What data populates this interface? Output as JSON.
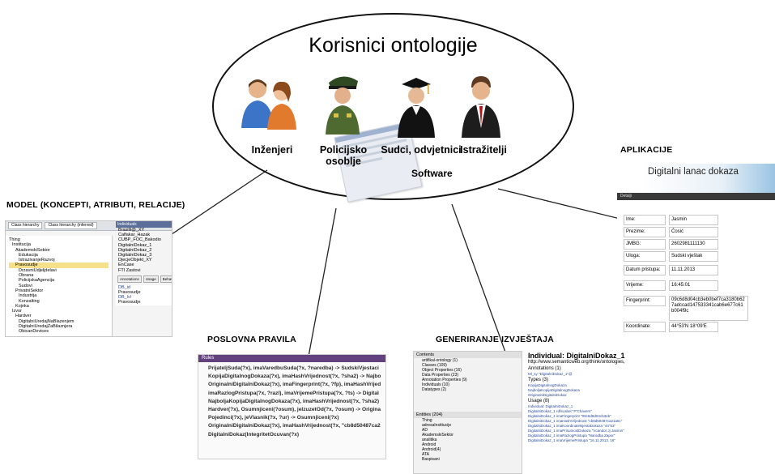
{
  "diagram": {
    "title": "Korisnici ontologije",
    "users": [
      {
        "label": "Inženjeri",
        "icon": "engineers-icon"
      },
      {
        "label": "Policijsko\nosoblje",
        "icon": "police-officer-icon"
      },
      {
        "label": "Sudci, odvjetnici",
        "icon": "judge-lawyer-icon"
      },
      {
        "label": "Istražitelji",
        "icon": "investigator-icon"
      }
    ],
    "software_label": "Software",
    "sections": {
      "model": "MODEL (KONCEPTI, ATRIBUTI, RELACIJE)",
      "rules": "POSLOVNA PRAVILA",
      "report": "GENERIRANJE IZVJEŠTAJA",
      "app": "APLIKACIJE"
    }
  },
  "model_panel": {
    "tabs": [
      "Class hierarchy",
      "Class hierarchy (inferred)"
    ],
    "tree": [
      "Thing",
      "Institucija",
      "AkademskiSektor",
      "Edukacija",
      "IstrazivanjeRazvoj",
      "Pravosudje",
      "DrzavniUdjeljdelavi",
      "Obrana",
      "PolicijskaAgencija",
      "Sudovi",
      "PrivatniSektor",
      "Industrija",
      "Konzalting",
      "Kojnka",
      "Izvor",
      "Hardver",
      "DigitalniUredajNaBlazenjem",
      "DigitalniUredajZaBilaznjera",
      "ObicanDevices"
    ],
    "individuals_header": "Individuals",
    "individuals": [
      "Brasilli@_XY",
      "Calfakar_Hazak",
      "CUBP_FOC_Bakodio",
      "DigitalniDokaz_1",
      "DigitalniDokaz_2",
      "DigitalniDokaz_3",
      "DjecjeObjekt_XY",
      "EnCase",
      "FTI Zastovi"
    ],
    "sub_tabs": [
      "Annotations",
      "Usage",
      "Behavior"
    ],
    "annotations": [
      "DB_id",
      "Pravosudje",
      "DB_lvl",
      "Pravosudje"
    ]
  },
  "rules_panel": {
    "header": "Rules",
    "rules": [
      "PrijateljSuda(?x), imaVaredbuSuda(?x, ?naredba) -> SudskiVjestaci",
      "KopijaDigitalnogDokaza(?x), imaHashVrijednost(?x, ?sha2) -> Najbo",
      "OriginalniDigitalniDokaz(?x), imaFingerprint(?x, ?fp), imaHashVrijed",
      "imaRazlogPristupa(?x, ?razl), imaVrijemePristupa(?x, ?ts) -> Digital",
      "NajboljaKopijaDigitalnogDokaza(?x), imaHashVrijednost(?x, ?sha2)",
      "Hardver(?x), Osumnjiceni(?osum), jeIzuzetOd(?x, ?osum) -> Origina",
      "Pojedinci(?x), jeVlasnik(?x, ?ur) -> Osumnjiceni(?x)",
      "OriginalniDigitalniDokaz(?x), imaHashVrijednost(?x, \"cb8d50487ca2",
      "DigitalniDokaz(IntegritetOcuvan(?x)"
    ]
  },
  "report_panel": {
    "contents_header": "Contents",
    "contents": [
      "artifikal-ontology (1)",
      "Classes (109)",
      "Object Properties (16)",
      "Data Properties (23)",
      "Annotation Properties (9)",
      "Individuals (10)",
      "Datatypes (2)"
    ],
    "entities_header": "Entities (204)",
    "entities": [
      "Thing",
      "adresaInstitucije",
      "AD",
      "AkademskiSektor",
      "analitika",
      "Android",
      "Android(4)",
      "ATA",
      "Baspisani"
    ],
    "individual_title": "Individual: DigitalniDokaz_1",
    "iri": "http://www.semanticweb.org/think/ontologies,",
    "annotations_label": "Annotations (1)",
    "annotation_value": "Ml_sy \"DigitalniDokaz_1\"@",
    "types_label": "Types (3)",
    "types": [
      "KopijaDigitalnogDokaza",
      "NajboljaKopijaDigitalnogDokaza",
      "OriginalniDigitalniDokaz"
    ],
    "usage_label": "Usage (8)",
    "usage": [
      "Individual: DigitalniDokaz_1",
      "DigitalniDokaz_1 rdfsLabel:\"#\"Chavers\"",
      "DigitalniDokaz_1 imaFingerprint \"09c6d8d04cb3eb\"",
      "DigitalniDokaz_1 imaHashVrijednost \"cb8d50487ca21a6c\"",
      "DigitalniDokaz_1 imaKoordinateNjestaDokaza \"44\"53\"",
      "DigitalniDokaz_1 imaPrisutnostDokaza \"Vcandor Jj Jasmin\"",
      "DigitalniDokaz_1 imaRazlogPristupa \"Narodba Zapor\"",
      "DigitalniDokaz_1 imaVrijemePristupa \"16.11.2013. 16\""
    ]
  },
  "app_panel": {
    "banner": "Digitalni lanac dokaza",
    "panel_title": "Detalji",
    "fields": [
      {
        "label": "Ime:",
        "value": "Jasmin"
      },
      {
        "label": "Prezime:",
        "value": "Ćosić"
      },
      {
        "label": "JMBG:",
        "value": "2602981111130"
      },
      {
        "label": "Uloga:",
        "value": "Sudski vještak"
      },
      {
        "label": "Datum pristupa:",
        "value": "11.11.2013"
      },
      {
        "label": "Vrijeme:",
        "value": "16:45:01"
      },
      {
        "label": "Fingerprint:",
        "value": "09c6d8d04cb3eb0bef7ca3180b627adccad147533341cab6e677c61b004f9c"
      },
      {
        "label": "Koordinate:",
        "value": "44°53'N 18°09'E"
      }
    ]
  }
}
